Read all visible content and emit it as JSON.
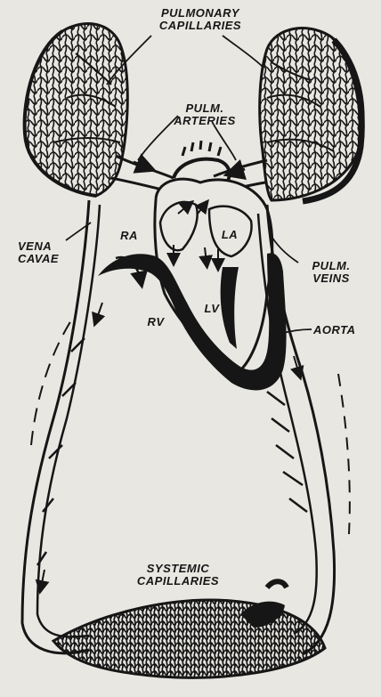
{
  "labels": {
    "pulmonary_capillaries": [
      "PULMONARY",
      "CAPILLARIES"
    ],
    "pulm_arteries": [
      "PULM.",
      "ARTERIES"
    ],
    "vena_cavae": [
      "VENA",
      "CAVAE"
    ],
    "pulm_veins": [
      "PULM.",
      "VEINS"
    ],
    "aorta": "AORTA",
    "ra": "RA",
    "la": "LA",
    "rv": "RV",
    "lv": "LV",
    "systemic_capillaries": [
      "SYSTEMIC",
      "CAPILLARIES"
    ]
  },
  "colors": {
    "paper": "#e9e7e2",
    "ink": "#161616"
  }
}
